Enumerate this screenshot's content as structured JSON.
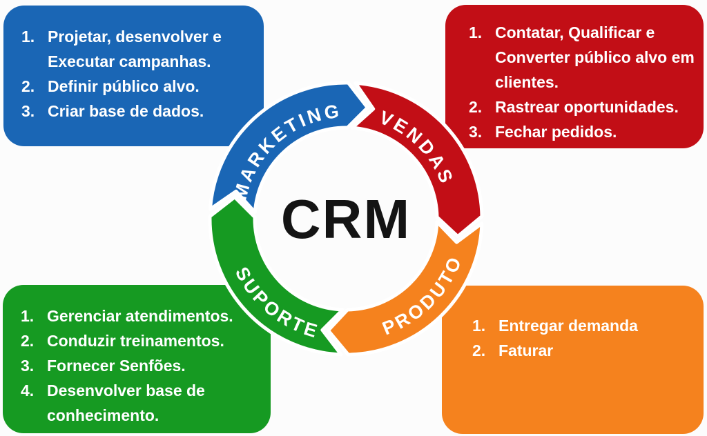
{
  "center": {
    "title": "CRM"
  },
  "colors": {
    "blue": "#1a66b5",
    "red": "#c20e16",
    "green": "#169a22",
    "orange": "#f5821e",
    "label_text": "#ffffff",
    "center_text": "#141414",
    "background": "#fcfcfc"
  },
  "ring": {
    "flow": "clockwise",
    "segments": [
      {
        "id": "marketing",
        "label": "MARKETING",
        "color": "#1a66b5"
      },
      {
        "id": "vendas",
        "label": "VENDAS",
        "color": "#c20e16"
      },
      {
        "id": "produto",
        "label": "PRODUTO",
        "color": "#f5821e"
      },
      {
        "id": "suporte",
        "label": "SUPORTE",
        "color": "#169a22"
      }
    ]
  },
  "panels": [
    {
      "id": "marketing",
      "position": "top-left",
      "color": "#1a66b5",
      "items": [
        "Projetar, desenvolver e Executar campanhas.",
        "Definir público alvo.",
        "Criar base de dados."
      ]
    },
    {
      "id": "vendas",
      "position": "top-right",
      "color": "#c20e16",
      "items": [
        "Contatar, Qualificar e Converter público alvo em clientes.",
        "Rastrear oportunidades.",
        "Fechar pedidos."
      ]
    },
    {
      "id": "suporte",
      "position": "bottom-left",
      "color": "#169a22",
      "items": [
        "Gerenciar atendimentos.",
        "Conduzir treinamentos.",
        "Fornecer Senfões.",
        "Desenvolver base de conhecimento."
      ]
    },
    {
      "id": "produto",
      "position": "bottom-right",
      "color": "#f5821e",
      "items": [
        "Entregar demanda",
        "Faturar"
      ]
    }
  ]
}
